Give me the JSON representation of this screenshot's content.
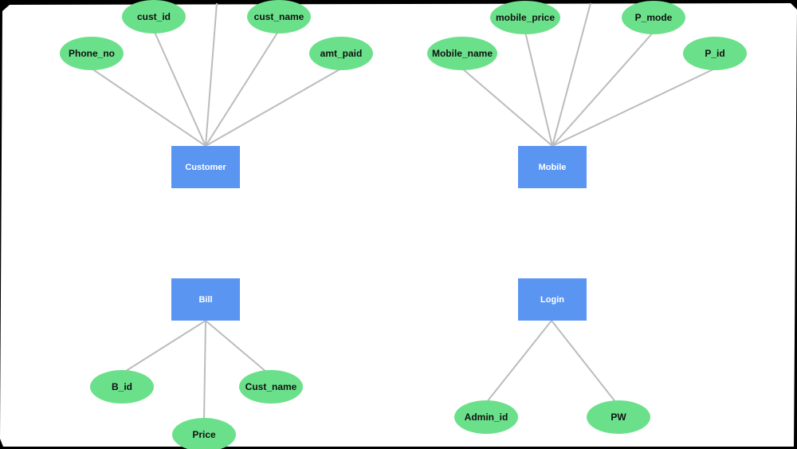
{
  "colors": {
    "background": "#ffffff",
    "frame": "#000000",
    "entity_fill": "#5b95f2",
    "attribute_fill": "#6be08b",
    "connector": "#bcbcbc"
  },
  "entities": {
    "customer": "Customer",
    "mobile": "Mobile",
    "bill": "Bill",
    "login": "Login"
  },
  "attributes": {
    "customer": {
      "cust_id": "cust_id",
      "cust_name": "cust_name",
      "phone_no": "Phone_no",
      "amt_paid": "amt_paid"
    },
    "mobile": {
      "mobile_price": "mobile_price",
      "p_mode": "P_mode",
      "mobile_name": "Mobile_name",
      "p_id": "P_id"
    },
    "bill": {
      "b_id": "B_id",
      "cust_name": "Cust_name",
      "price": "Price"
    },
    "login": {
      "admin_id": "Admin_id",
      "pw": "PW"
    }
  }
}
